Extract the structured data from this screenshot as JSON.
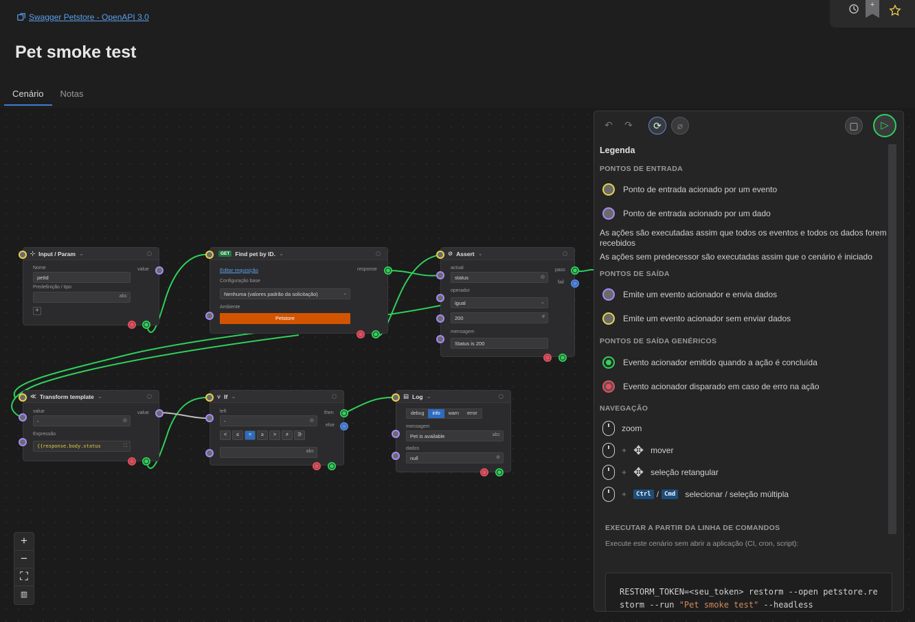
{
  "header": {
    "breadcrumb": "Swagger Petstore - OpenAPI 3.0",
    "title": "Pet smoke test",
    "tabs": [
      "Cenário",
      "Notas"
    ]
  },
  "nodes": {
    "input": {
      "title": "Input / Param",
      "name_label": "Nome",
      "name_value": "petId",
      "preset_label": "Predefinição / tipo",
      "type_suffix": "abc",
      "value_port": "value"
    },
    "request": {
      "method": "GET",
      "title": "Find pet by ID.",
      "edit_link": "Editar requisição",
      "config_label": "Configuração base",
      "config_value": "Nenhuma (valores padrão da solicitação)",
      "env_label": "Ambiente",
      "env_button": "Petstore",
      "response_port": "response"
    },
    "assert": {
      "title": "Assert",
      "actual_label": "actual",
      "actual_value": "status",
      "operator_label": "operador",
      "operator_value": "igual",
      "expected_value": "200",
      "message_label": "mensagem",
      "message_value": "Status is 200",
      "pass_port": "pass",
      "fail_port": "fail"
    },
    "transform": {
      "title": "Transform template",
      "value_label": "value",
      "value_input": "-",
      "value_port": "value",
      "expr_label": "Expressão",
      "expr_value": "{{response.body.status"
    },
    "if": {
      "title": "If",
      "left_label": "left",
      "left_value": "-",
      "operators": [
        "<",
        "≤",
        "=",
        "≥",
        ">",
        "≠",
        "∋"
      ],
      "active_operator": "=",
      "right_suffix": "abc",
      "then_port": "then",
      "else_port": "else"
    },
    "log": {
      "title": "Log",
      "levels": [
        "debug",
        "info",
        "warn",
        "error"
      ],
      "active_level": "info",
      "message_label": "mensagem",
      "message_value": "Pet is available",
      "message_suffix": "abc",
      "data_label": "dados",
      "data_value": "null"
    }
  },
  "legend": {
    "title": "Legenda",
    "entry_section": "PONTOS DE ENTRADA",
    "entry_event": "Ponto de entrada acionado por um evento",
    "entry_data": "Ponto de entrada acionado por um dado",
    "note1": "As ações são executadas assim que todos os eventos e todos os dados forem recebidos",
    "note2": "As ações sem predecessor são executadas assim que o cenário é iniciado",
    "exit_section": "PONTOS DE SAÍDA",
    "exit_data": "Emite um evento acionador e envia dados",
    "exit_event": "Emite um evento acionador sem enviar dados",
    "generic_section": "PONTOS DE SAÍDA GENÉRICOS",
    "generic_ok": "Evento acionador emitido quando a ação é concluída",
    "generic_err": "Evento acionador disparado em caso de erro na ação",
    "nav_section": "NAVEGAÇÃO",
    "nav_zoom": "zoom",
    "nav_move": "mover",
    "nav_select": "seleção retangular",
    "nav_multi": "selecionar / seleção múltipla",
    "key_ctrl": "Ctrl",
    "key_cmd": "Cmd",
    "plus": "+",
    "slash": "/"
  },
  "cli": {
    "heading": "EXECUTAR A PARTIR DA LINHA DE COMANDOS",
    "description": "Execute este cenário sem abrir a aplicação (CI, cron, script):",
    "cmd_pre": "RESTORM_TOKEN=<seu_token> restorm --open petstore.restorm --run ",
    "cmd_str": "\"Pet smoke test\"",
    "cmd_post": " --headless"
  },
  "colors": {
    "accent": "#3d7fd4",
    "event": "#e8d24a",
    "data": "#a78bfa",
    "success": "#2fd25a",
    "error": "#f04a5a",
    "env_button": "#d35400"
  }
}
